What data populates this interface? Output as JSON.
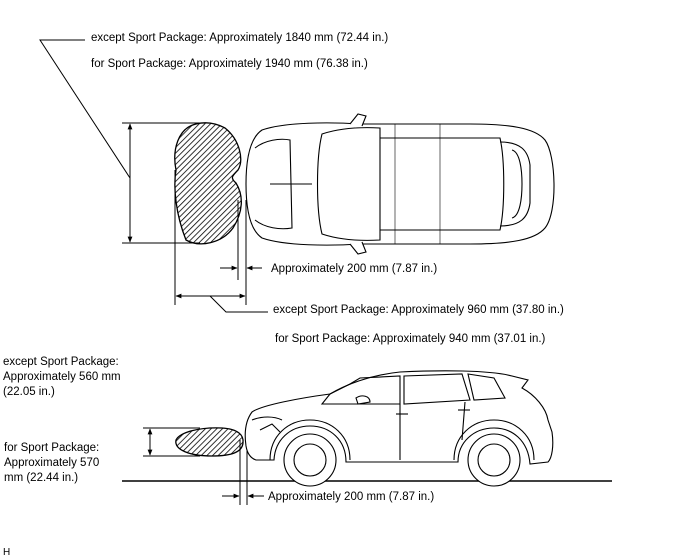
{
  "labels": {
    "width_except": "except Sport Package: Approximately 1840 mm (72.44 in.)",
    "width_sport": "for Sport Package: Approximately 1940 mm (76.38 in.)",
    "gap_top": "Approximately 200 mm (7.87 in.)",
    "depth_except": "except Sport Package: Approximately 960 mm (37.80 in.)",
    "depth_sport": "for Sport Package: Approximately 940 mm (37.01 in.)",
    "height_except": "except Sport Package:\nApproximately 560 mm\n(22.05 in.)",
    "height_sport": "for Sport Package:\nApproximately 570\nmm (22.44 in.)",
    "gap_side": "Approximately 200 mm (7.87 in.)",
    "figure_code": "H"
  }
}
